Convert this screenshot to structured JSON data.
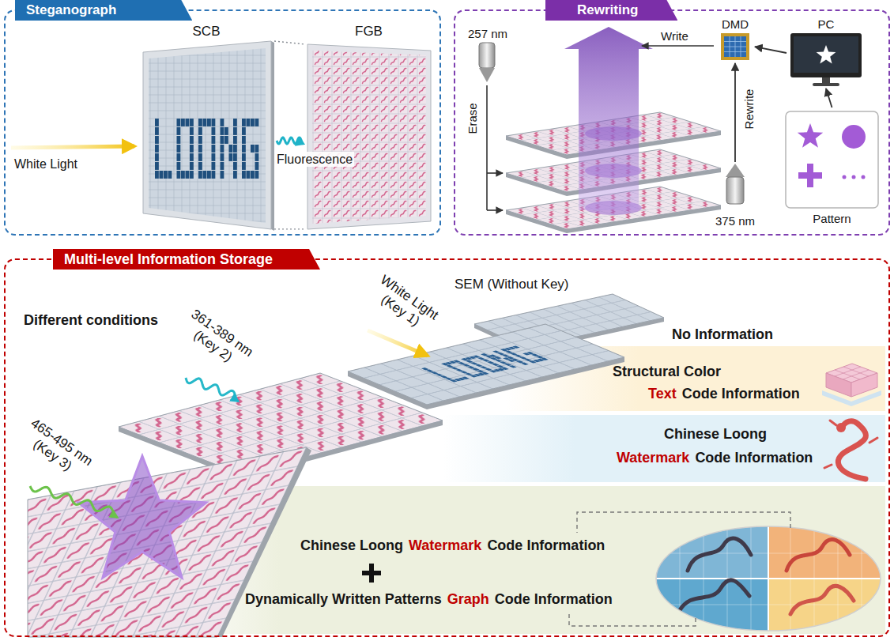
{
  "diagram": {
    "nodes": [
      {
        "text": [
          "Steganograph"
        ]
      },
      {
        "text": [
          "SCB"
        ],
        "in": 0
      },
      {
        "text": [
          "FGB"
        ],
        "in": 0
      },
      {
        "text": [
          "Rewriting"
        ]
      },
      {
        "text": [
          "257 nm"
        ],
        "in": 3
      },
      {
        "text": [
          "DMD"
        ],
        "in": 3
      },
      {
        "text": [
          "PC"
        ],
        "in": 3
      },
      {
        "text": [
          "Pattern"
        ],
        "in": 3
      },
      {
        "text": [
          "375 nm"
        ],
        "in": 3
      },
      {
        "text": [
          "Multi-level Information Storage"
        ]
      },
      {
        "text": [
          "Structural Color",
          "Text",
          "Code Information"
        ],
        "in": 9
      },
      {
        "text": [
          "Chinese Loong",
          "Watermark",
          "Code Information"
        ],
        "in": 9
      },
      {
        "text": [
          "Chinese Loong",
          "Watermark",
          "Code Information",
          "Dynamically Written Patterns",
          "Graph",
          "Code Information"
        ],
        "in": 9
      }
    ],
    "edges": [
      {
        "from": 1,
        "to": 2,
        "arrow": "none"
      },
      {
        "from": 7,
        "to": 6,
        "arrow": "to"
      },
      {
        "from": 6,
        "to": 5,
        "arrow": "to"
      },
      {
        "from": 8,
        "to": 5,
        "arrow": "to"
      }
    ],
    "labels": [
      "White Light",
      "Fluorescence",
      "Write",
      "Erase",
      "Rewrite",
      "Different conditions",
      "465-495 nm (Key 3)",
      "361-389 nm (Key 2)",
      "White Light (Key 1)",
      "SEM (Without Key)",
      "No Information"
    ]
  }
}
